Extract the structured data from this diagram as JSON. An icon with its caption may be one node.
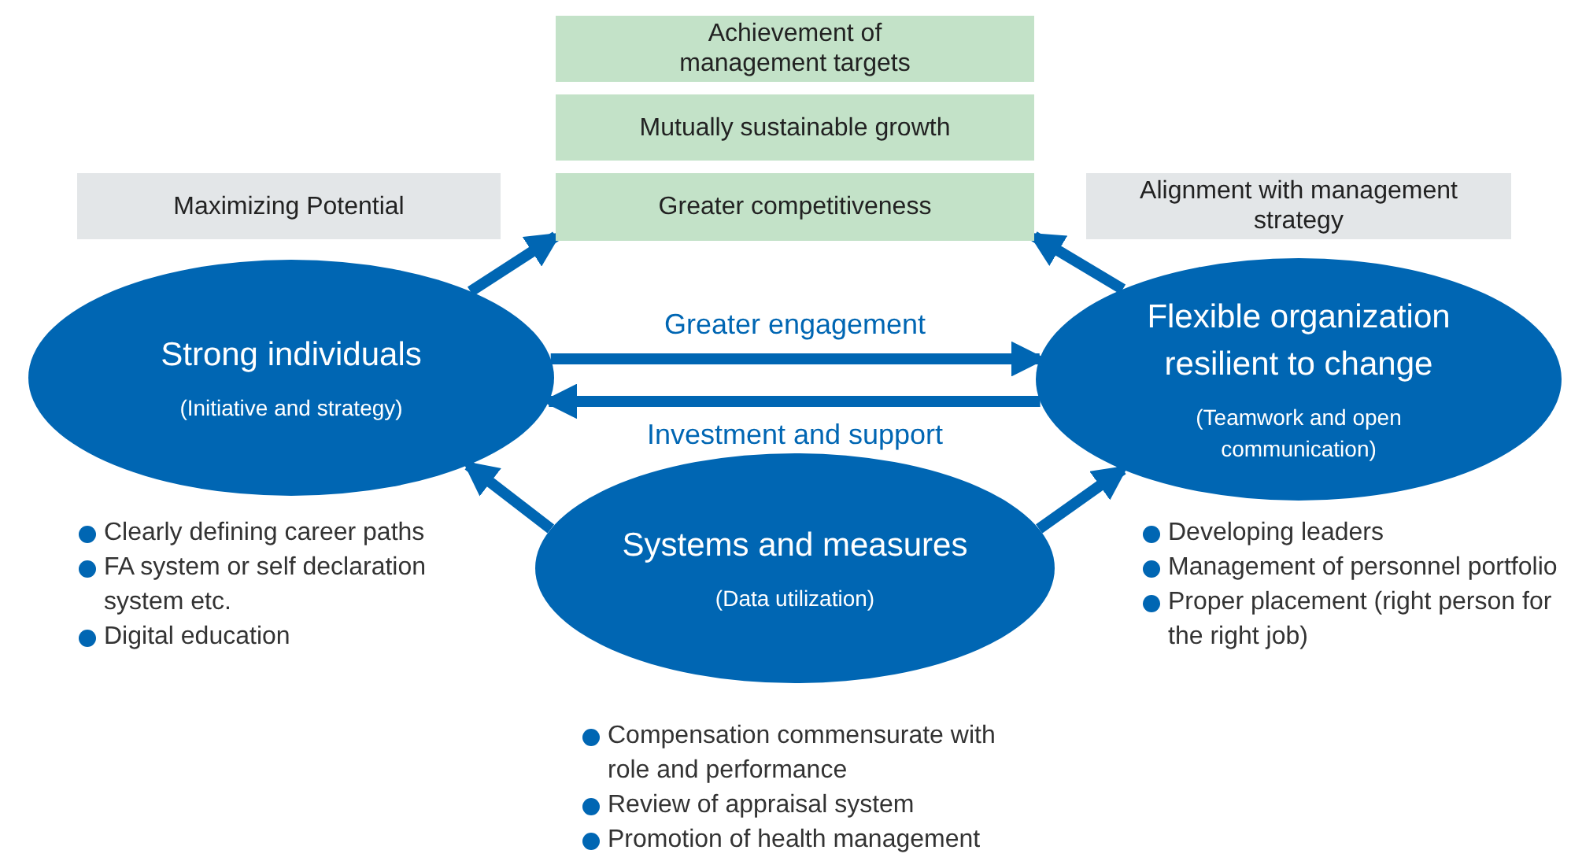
{
  "diagram": {
    "nodes": [
      {
        "text": [
          "Achievement of management targets"
        ]
      },
      {
        "text": [
          "Mutually sustainable growth"
        ]
      },
      {
        "text": [
          "Greater competitiveness"
        ]
      },
      {
        "text": [
          "Maximizing Potential"
        ]
      },
      {
        "text": [
          "Alignment with management strategy"
        ]
      },
      {
        "text": [
          "Strong individuals",
          "(Initiative and strategy)"
        ]
      },
      {
        "text": [
          "Flexible organization resilient to change",
          "(Teamwork and open communication)"
        ]
      },
      {
        "text": [
          "Systems and measures",
          "(Data utilization)"
        ]
      }
    ],
    "edges": [
      {
        "from": 5,
        "to": 2,
        "arrow": "to"
      },
      {
        "from": 6,
        "to": 2,
        "arrow": "to"
      },
      {
        "from": 5,
        "to": 6,
        "arrow": "to",
        "label": "Greater engagement"
      },
      {
        "from": 6,
        "to": 5,
        "arrow": "to",
        "label": "Investment and support"
      },
      {
        "from": 7,
        "to": 5,
        "arrow": "to"
      },
      {
        "from": 7,
        "to": 6,
        "arrow": "to"
      }
    ],
    "labels": [
      "Clearly defining career paths",
      "FA system or self declaration system etc.",
      "Digital education",
      "Developing leaders",
      "Management of personnel portfolio",
      "Proper placement (right person for the right job)",
      "Compensation commensurate with role and performance",
      "Review of appraisal system",
      "Promotion of health management"
    ]
  }
}
